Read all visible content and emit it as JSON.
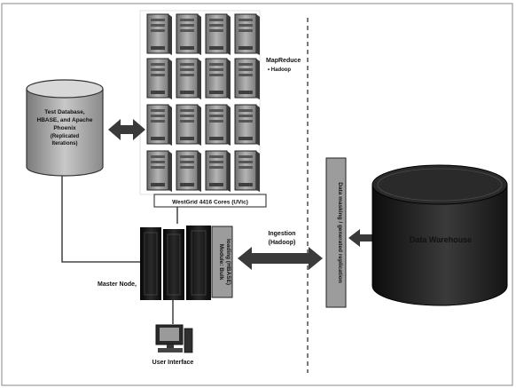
{
  "labels": {
    "mapreduce": "MapReduce",
    "hadoop": "• Hadoop",
    "test_db_line1": "Test Database,",
    "test_db_line2": "HBASE, and Apache",
    "test_db_line3": "Phoenix",
    "test_db_line4": "(Replicated",
    "test_db_line5": "Iterations)",
    "westgrid": "WestGrid 4416 Cores (UVic)",
    "bulk_loading_line1": "Module: Bulk",
    "bulk_loading_line2": "loading (HBASE)",
    "ingestion_line1": "Ingestion",
    "ingestion_line2": "(Hadoop)",
    "data_masking": "Data masking / generated replication",
    "data_warehouse": "Data Warehouse",
    "master_node": "Master Node,",
    "user_interface": "User Interface"
  },
  "colors": {
    "background": "#ffffff",
    "ink": "#111111",
    "server_body": "#9a9a9a",
    "cylinder_dark": "#1e1e1e",
    "cylinder_light": "#b8b8b8",
    "arrow": "#3a3a3a"
  }
}
